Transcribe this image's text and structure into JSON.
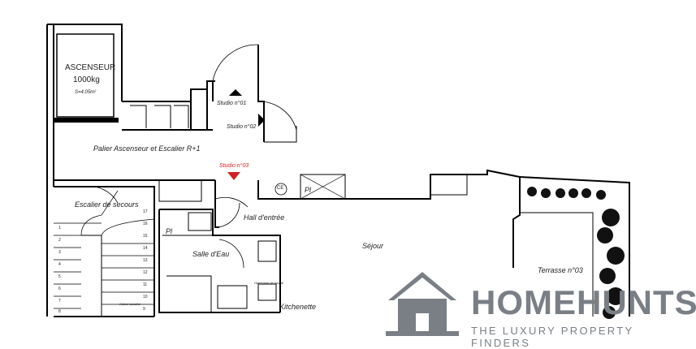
{
  "plan": {
    "elevator_title": "ASCENSEUR",
    "elevator_capacity": "1000kg",
    "elevator_area": "S=4.05m²",
    "landing": "Palier Ascenseur et Escalier R+1",
    "studio_1": "Studio n°01",
    "studio_2": "Studio n°02",
    "studio_3": "Studio n°03",
    "emergency_stair": "Escalier de secours",
    "entry_hall": "Hall d'entrée",
    "living_room": "Séjour",
    "shower_room": "Salle d'Eau",
    "kitchenette": "Kitchenette",
    "terrace": "Terrasse n°03",
    "pi_1": "Pl",
    "pi_2": "Pl",
    "water_heater": "CE",
    "kitchen_note": "Hotte/plan de travail",
    "stair_climb": "Calcul escalier",
    "stair_numbers": [
      "1",
      "2",
      "3",
      "4",
      "5",
      "6",
      "7",
      "8",
      "9",
      "10",
      "11",
      "12",
      "13",
      "14",
      "15",
      "16",
      "17"
    ]
  },
  "logo": {
    "name": "HOMEHUNTS",
    "tagline": "THE LUXURY PROPERTY FINDERS",
    "color": "#7a7f86"
  },
  "colors": {
    "wall": "#000000",
    "marker_red": "#d22222",
    "vegetation": "#111111"
  }
}
